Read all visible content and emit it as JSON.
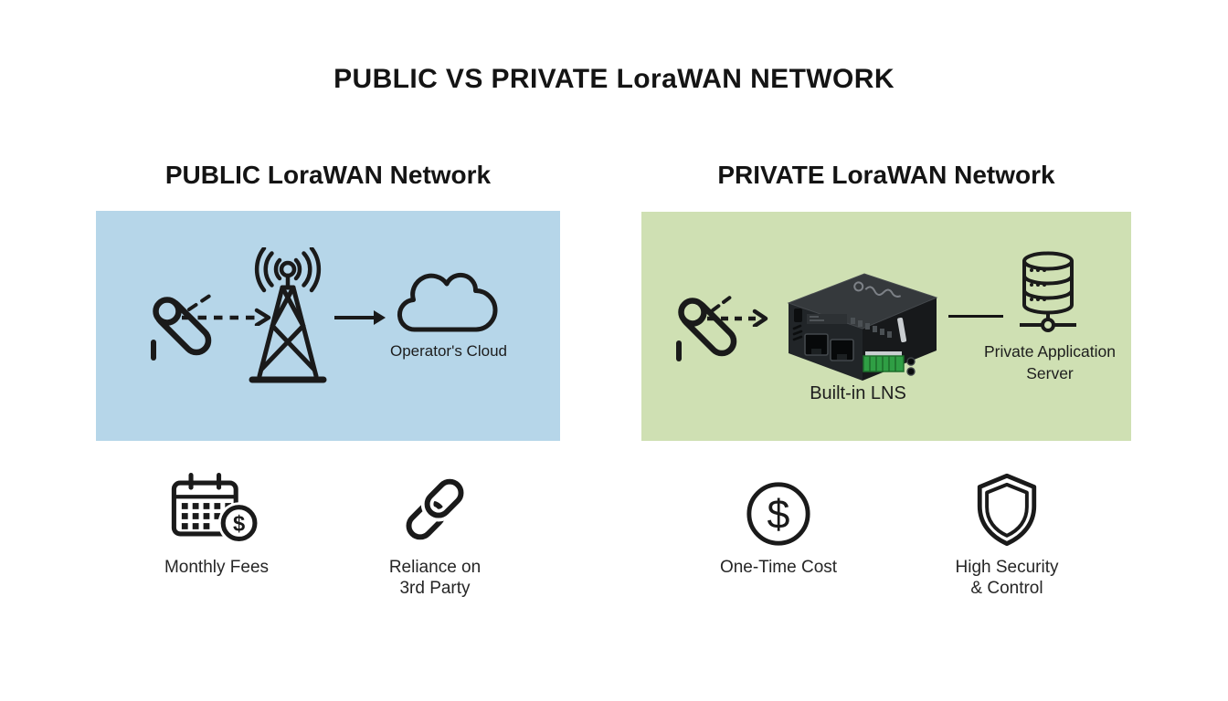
{
  "title": "PUBLIC VS PRIVATE LoraWAN NETWORK",
  "glyphs": {
    "dollar": "$"
  },
  "colors": {
    "public-panel": "#b6d6e9",
    "private-panel": "#cfe0b3",
    "ink": "#1a1a1a",
    "terminal-green": "#2f9e44"
  },
  "public": {
    "heading": "PUBLIC LoraWAN Network",
    "cloud_label": "Operator's Cloud",
    "features": [
      {
        "icon": "calendar-dollar-icon",
        "line1": "Monthly Fees",
        "line2": ""
      },
      {
        "icon": "chain-link-icon",
        "line1": "Reliance on",
        "line2": "3rd Party"
      }
    ]
  },
  "private": {
    "heading": "PRIVATE LoraWAN Network",
    "gateway_label": "Built-in LNS",
    "server_label": {
      "line1": "Private Application",
      "line2": "Server"
    },
    "features": [
      {
        "icon": "dollar-circle-icon",
        "line1": "One-Time Cost",
        "line2": ""
      },
      {
        "icon": "shield-icon",
        "line1": "High Security",
        "line2": "& Control"
      }
    ]
  }
}
